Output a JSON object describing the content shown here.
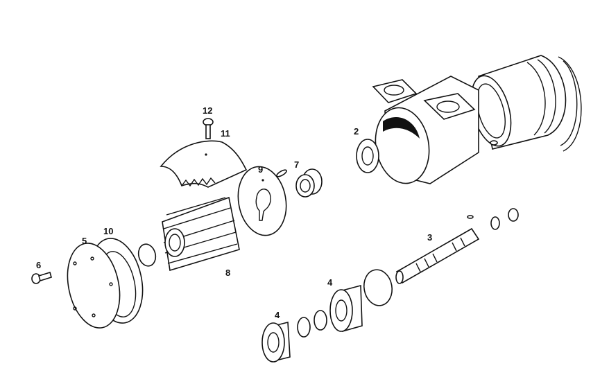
{
  "diagram": {
    "type": "exploded-parts-view",
    "part_labels": [
      {
        "id": "label-12",
        "text": "12"
      },
      {
        "id": "label-11",
        "text": "11"
      },
      {
        "id": "label-2",
        "text": "2"
      },
      {
        "id": "label-9",
        "text": "9"
      },
      {
        "id": "label-7",
        "text": "7"
      },
      {
        "id": "label-8",
        "text": "8"
      },
      {
        "id": "label-10",
        "text": "10"
      },
      {
        "id": "label-5",
        "text": "5"
      },
      {
        "id": "label-6",
        "text": "6"
      },
      {
        "id": "label-3",
        "text": "3"
      },
      {
        "id": "label-4a",
        "text": "4"
      },
      {
        "id": "label-4b",
        "text": "4"
      }
    ]
  }
}
